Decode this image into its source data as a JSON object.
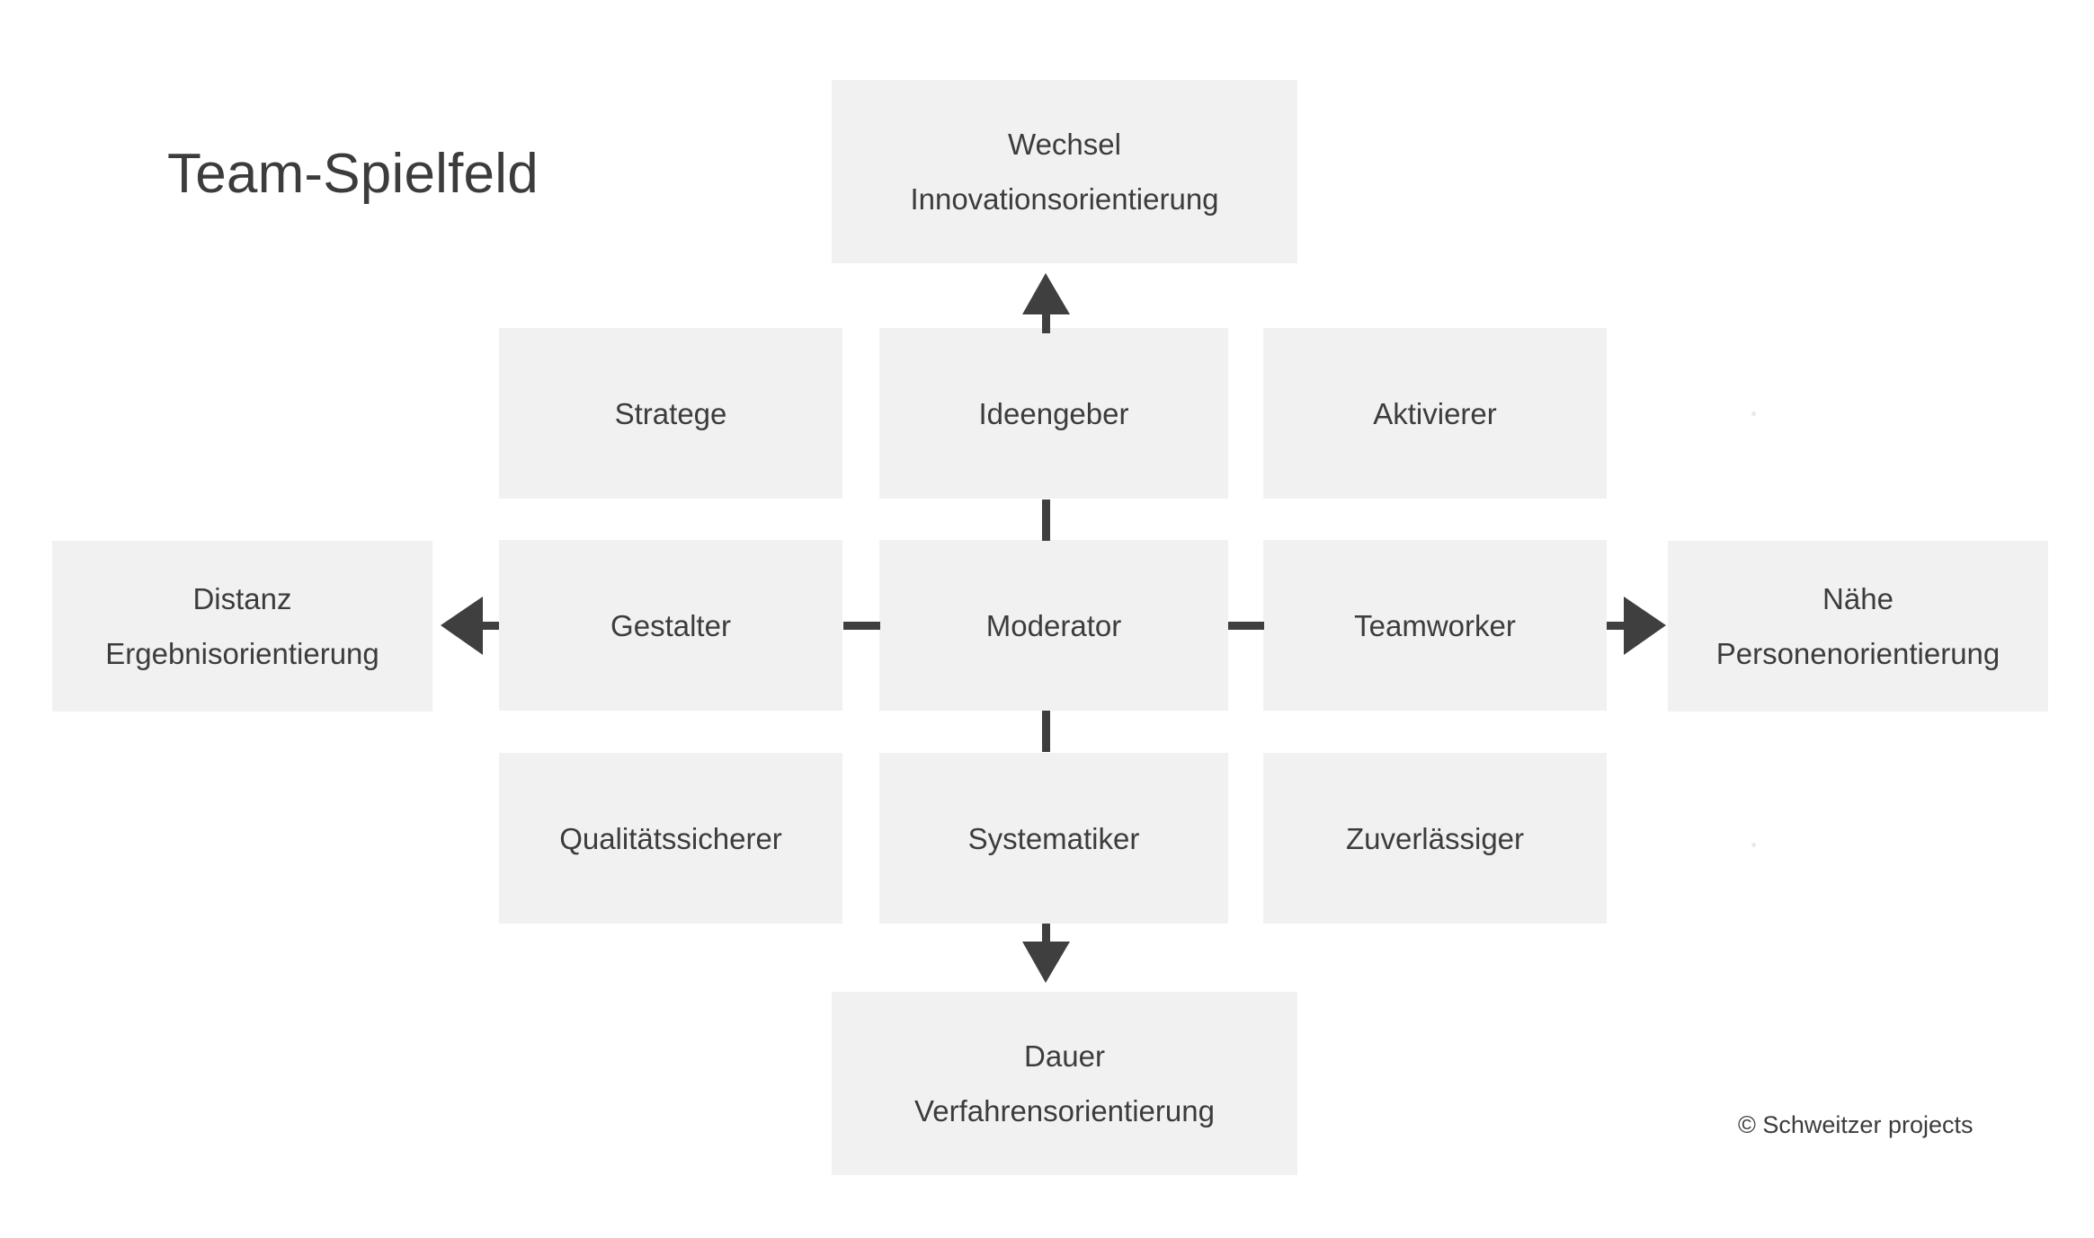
{
  "title": "Team-Spielfeld",
  "copyright": "© Schweitzer projects",
  "poles": {
    "top": {
      "name": "Wechsel",
      "orientation": "Innovationsorientierung"
    },
    "bottom": {
      "name": "Dauer",
      "orientation": "Verfahrensorientierung"
    },
    "left": {
      "name": "Distanz",
      "orientation": "Ergebnisorientierung"
    },
    "right": {
      "name": "Nähe",
      "orientation": "Personenorientierung"
    }
  },
  "roles": {
    "r1c1": "Stratege",
    "r1c2": "Ideengeber",
    "r1c3": "Aktivierer",
    "r2c1": "Gestalter",
    "r2c2": "Moderator",
    "r2c3": "Teamworker",
    "r3c1": "Qualitätssicherer",
    "r3c2": "Systematiker",
    "r3c3": "Zuverlässiger"
  },
  "arrows": {
    "up": "arrow-up-icon",
    "down": "arrow-down-icon",
    "left": "arrow-left-icon",
    "right": "arrow-right-icon"
  },
  "colors": {
    "box_fill": "#f1f1f1",
    "text": "#3c3c3c",
    "connector": "#3f3f3f",
    "background": "#ffffff"
  }
}
